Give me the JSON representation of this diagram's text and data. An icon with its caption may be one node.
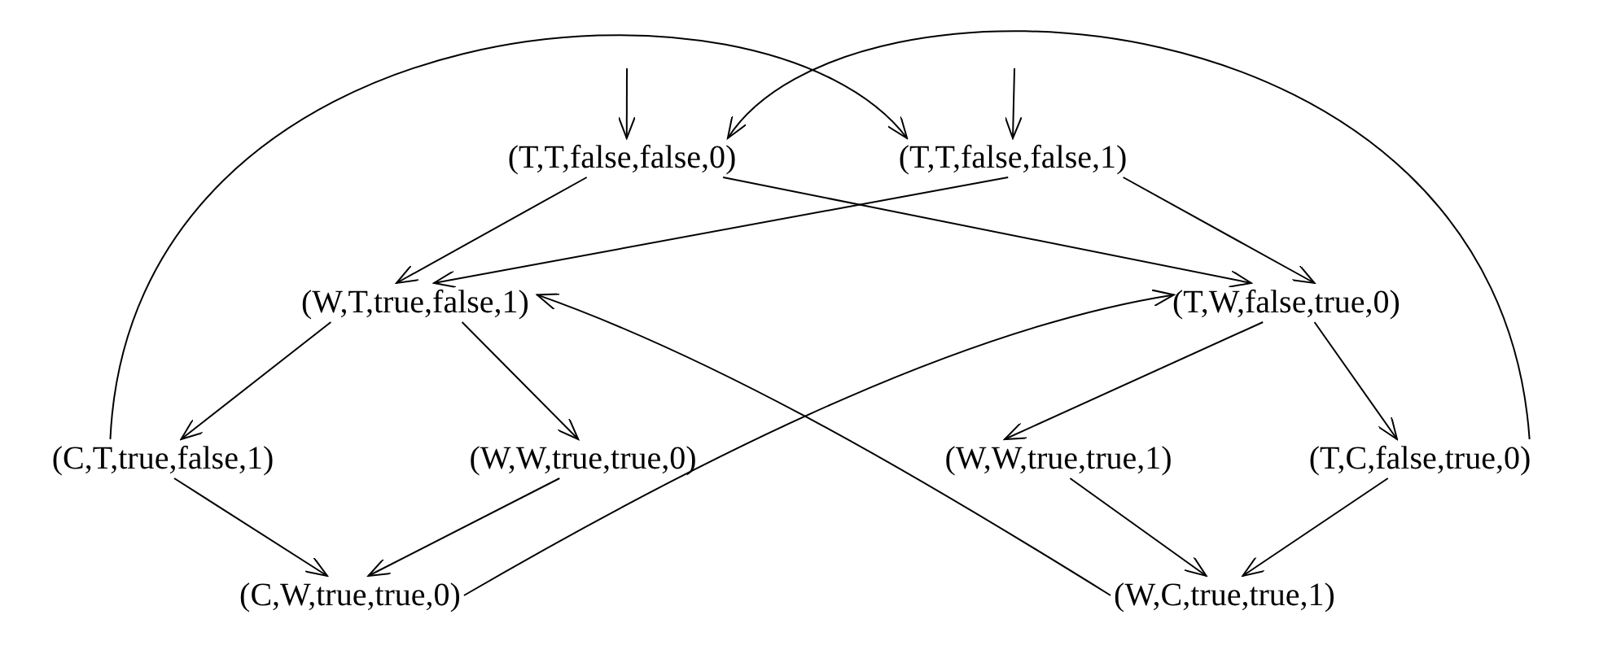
{
  "diagram": {
    "nodes": [
      {
        "text": [
          "(T,T,false,false,0)"
        ]
      },
      {
        "text": [
          "(T,T,false,false,1)"
        ]
      },
      {
        "text": [
          "(W,T,true,false,1)"
        ]
      },
      {
        "text": [
          "(T,W,false,true,0)"
        ]
      },
      {
        "text": [
          "(C,T,true,false,1)"
        ]
      },
      {
        "text": [
          "(W,W,true,true,0)"
        ]
      },
      {
        "text": [
          "(W,W,true,true,1)"
        ]
      },
      {
        "text": [
          "(T,C,false,true,0)"
        ]
      },
      {
        "text": [
          "(C,W,true,true,0)"
        ]
      },
      {
        "text": [
          "(W,C,true,true,1)"
        ]
      }
    ],
    "edges": [
      {
        "from": null,
        "to": 0,
        "arrow": "to"
      },
      {
        "from": null,
        "to": 1,
        "arrow": "to"
      },
      {
        "from": 0,
        "to": 2,
        "arrow": "to"
      },
      {
        "from": 0,
        "to": 3,
        "arrow": "to"
      },
      {
        "from": 1,
        "to": 2,
        "arrow": "to"
      },
      {
        "from": 1,
        "to": 3,
        "arrow": "to"
      },
      {
        "from": 2,
        "to": 4,
        "arrow": "to"
      },
      {
        "from": 2,
        "to": 5,
        "arrow": "to"
      },
      {
        "from": 3,
        "to": 6,
        "arrow": "to"
      },
      {
        "from": 3,
        "to": 7,
        "arrow": "to"
      },
      {
        "from": 4,
        "to": 8,
        "arrow": "to"
      },
      {
        "from": 5,
        "to": 8,
        "arrow": "to"
      },
      {
        "from": 6,
        "to": 9,
        "arrow": "to"
      },
      {
        "from": 7,
        "to": 9,
        "arrow": "to"
      },
      {
        "from": 8,
        "to": 3,
        "arrow": "to"
      },
      {
        "from": 9,
        "to": 2,
        "arrow": "to"
      },
      {
        "from": 4,
        "to": 1,
        "arrow": "to"
      },
      {
        "from": 7,
        "to": 0,
        "arrow": "to"
      }
    ]
  }
}
